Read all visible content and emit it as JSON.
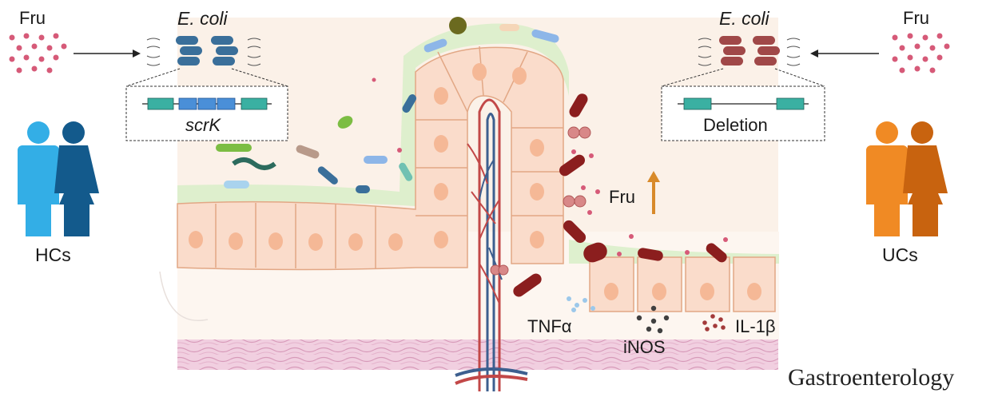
{
  "left_panel": {
    "sugar_label": "Fru",
    "bacteria_label": "E. coli",
    "gene_label": "scrK",
    "group_label": "HCs"
  },
  "right_panel": {
    "sugar_label": "Fru",
    "bacteria_label": "E. coli",
    "gene_label": "Deletion",
    "group_label": "UCs"
  },
  "tissue": {
    "fructose_increase_label": "Fru",
    "cytokines": [
      "TNFα",
      "iNOS",
      "IL-1β"
    ]
  },
  "journal": "Gastroenterology",
  "colors": {
    "hcs_light": "#33aee6",
    "hcs_dark": "#135a8c",
    "ucs_light": "#f08a24",
    "ucs_dark": "#c8630f",
    "ecoli_hc": "#3a6f9a",
    "ecoli_uc": "#a04848",
    "gene_box": "#4a8fd8",
    "gene_end": "#3ab0a2",
    "fructose_dot": "#d65a78",
    "cell_fill": "#fadccb",
    "cell_nucleus": "#f5b896",
    "mucus": "#d8efc8",
    "arrow_up": "#d88a2a",
    "vessel_red": "#c24848",
    "vessel_blue": "#3d5f8f",
    "muscle": "#e8b8d0"
  }
}
